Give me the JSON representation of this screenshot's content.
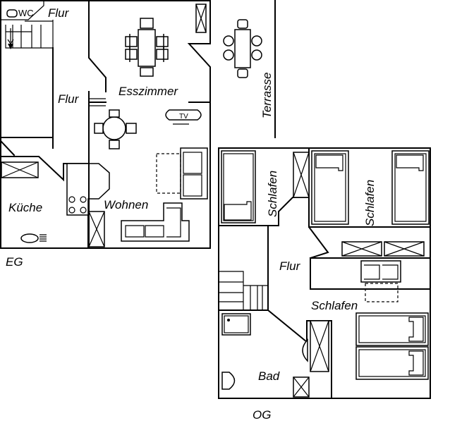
{
  "floors": {
    "eg": {
      "label": "EG",
      "rooms": {
        "wc": "WC",
        "flur_top": "Flur",
        "flur": "Flur",
        "esszimmer": "Esszimmer",
        "kueche": "Küche",
        "wohnen": "Wohnen",
        "terrasse": "Terrasse",
        "tv": "TV"
      }
    },
    "og": {
      "label": "OG",
      "rooms": {
        "schlafen_1": "Schlafen",
        "schlafen_2": "Schlafen",
        "schlafen_3": "Schlafen",
        "flur": "Flur",
        "bad": "Bad"
      }
    }
  }
}
